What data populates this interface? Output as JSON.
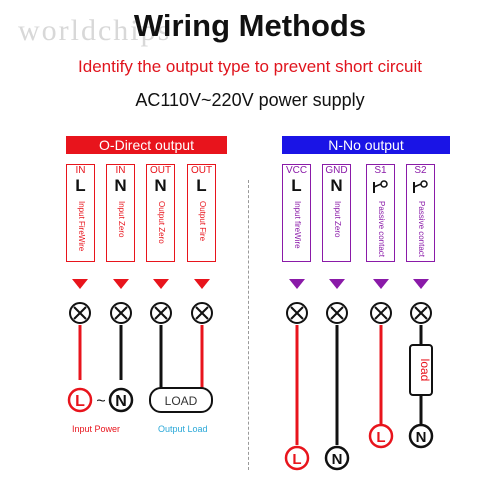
{
  "header": {
    "title": "Wiring Methods",
    "subtitle": "Identify the output type to prevent short circuit",
    "supply": "AC110V~220V power supply",
    "watermark": "worldchips"
  },
  "left": {
    "banner": "O-Direct output",
    "terminals": [
      {
        "label": "IN",
        "symbol": "L",
        "desc": "Input FireWire"
      },
      {
        "label": "IN",
        "symbol": "N",
        "desc": "Input Zero"
      },
      {
        "label": "OUT",
        "symbol": "N",
        "desc": "Output Zero"
      },
      {
        "label": "OUT",
        "symbol": "L",
        "desc": "Output Fire"
      }
    ],
    "power_l": "L",
    "power_tilde": "~",
    "power_n": "N",
    "load": "LOAD",
    "caption_power": "Input Power",
    "caption_load": "Output Load"
  },
  "right": {
    "banner": "N-No output",
    "terminals": [
      {
        "label": "VCC",
        "symbol": "L",
        "desc": "Input fireWire"
      },
      {
        "label": "GND",
        "symbol": "N",
        "desc": "Input Zero"
      },
      {
        "label": "S1",
        "symbol": "switch",
        "desc": "Passive contact"
      },
      {
        "label": "S2",
        "symbol": "switch",
        "desc": "Passive contact"
      }
    ],
    "load": "load",
    "bottom_l1": "L",
    "bottom_n1": "N",
    "bottom_l2": "L",
    "bottom_n2": "N"
  },
  "colors": {
    "red": "#e8141c",
    "purple": "#8a1aa8",
    "blue_banner": "#1a14e6",
    "caption_blue": "#2aa8d8"
  }
}
